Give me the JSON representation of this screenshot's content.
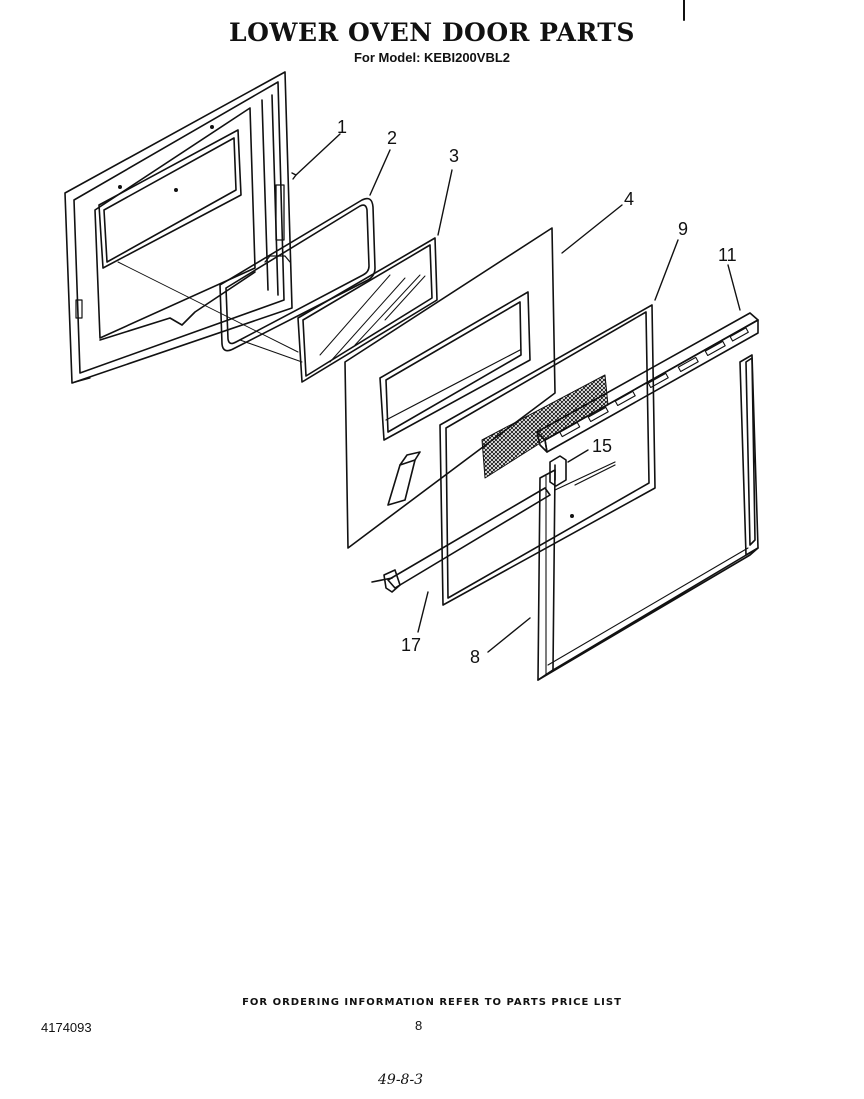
{
  "header": {
    "title": "LOWER OVEN DOOR PARTS",
    "model": "For Model: KEBI200VBL2"
  },
  "callouts": {
    "part_1": "1",
    "part_2": "2",
    "part_3": "3",
    "part_4": "4",
    "part_9": "9",
    "part_11": "11",
    "part_15": "15",
    "part_17": "17",
    "part_8": "8"
  },
  "footer": {
    "ordering_note": "FOR ORDERING INFORMATION REFER TO PARTS PRICE LIST",
    "document_number": "4174093",
    "page_number": "8",
    "handwritten_date": "49-8-3"
  }
}
